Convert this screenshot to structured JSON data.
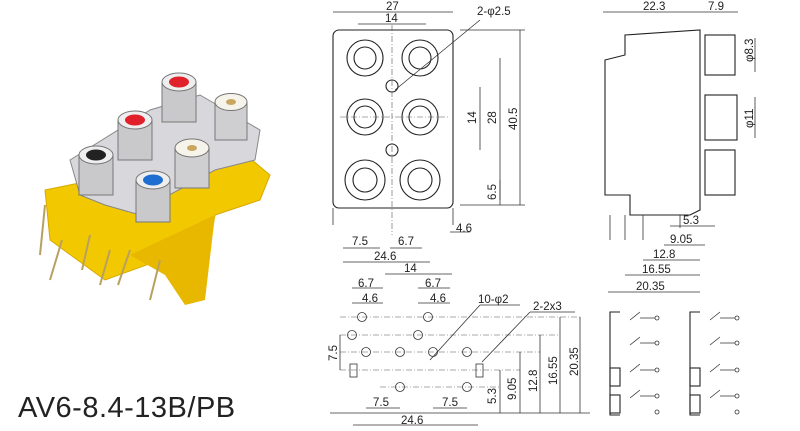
{
  "product": {
    "model": "AV6-8.4-13B/PB"
  },
  "photo": {
    "jack_colors": [
      "#e0202a",
      "#e0202a",
      "#f3efe0",
      "#222222",
      "#f3efe0",
      "#1e6ed2"
    ],
    "body_color": "#f2c800"
  },
  "front_view": {
    "width": "27",
    "pitch_top": "14",
    "holes": "2-φ2.5",
    "pitch_v": "14",
    "height_28": "28",
    "height_total": "40.5",
    "bottom_offset": "6.5",
    "pin_46": "4.6",
    "pin_75": "7.5",
    "pin_67": "6.7",
    "pin_span": "24.6"
  },
  "side_view": {
    "depth": "22.3",
    "protrusion": "7.9",
    "dia_small": "φ8.3",
    "dia_large": "φ11",
    "d1": "5.3",
    "d2": "9.05",
    "d3": "12.8",
    "d4": "16.55",
    "d5": "20.35"
  },
  "footprint": {
    "pitch": "14",
    "a_67": "6.7",
    "b_67": "6.7",
    "a_46": "4.6",
    "b_46": "4.6",
    "holes": "10-φ2",
    "slots": "2-2x3",
    "v_75": "7.5",
    "h_75a": "7.5",
    "h_75b": "7.5",
    "span": "24.6",
    "d1": "5.3",
    "d2": "9.05",
    "d3": "12.8",
    "d4": "16.55",
    "d5": "20.35"
  }
}
